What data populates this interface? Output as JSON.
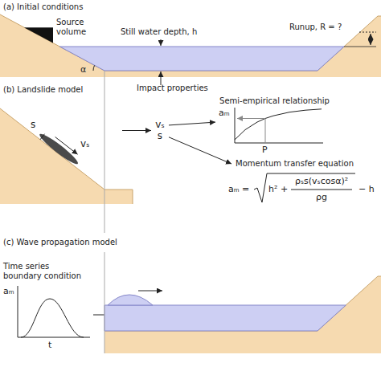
{
  "diagram": {
    "nodes": [
      {
        "text": [
          "s",
          "vₛ"
        ]
      },
      {
        "text": [
          "vₛ",
          "s"
        ]
      },
      {
        "text": [
          "Semi-empirical relationship"
        ]
      },
      {
        "text": [
          "Momentum transfer equation"
        ]
      }
    ],
    "edges": [
      {
        "from": 0,
        "to": 1,
        "arrow": "to"
      },
      {
        "from": 1,
        "to": 2,
        "arrow": "to"
      },
      {
        "from": 1,
        "to": 3,
        "arrow": "to"
      }
    ],
    "labels": [
      "(a) Initial conditions",
      "Source volume",
      "Still water depth, h",
      "Runup, R = ?",
      "α",
      "(b) Landslide model",
      "Impact properties",
      "aₘ",
      "P",
      "aₘ =",
      "h² +",
      "ρₛs(vₛcosα)²",
      "ρg",
      "− h",
      "(c) Wave propagation model",
      "Time series boundary condition",
      "aₘ",
      "t"
    ]
  }
}
